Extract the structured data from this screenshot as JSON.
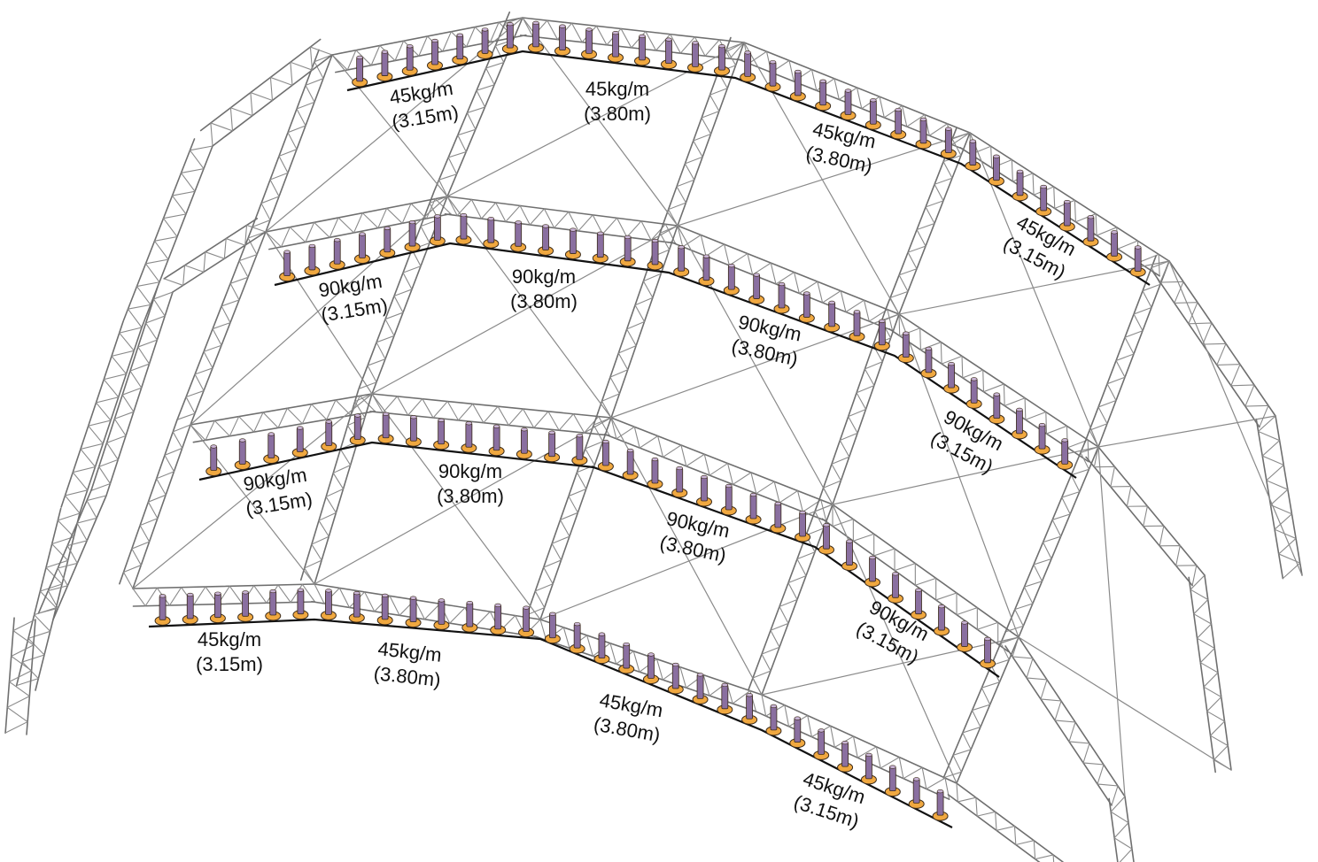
{
  "colors": {
    "background": "#ffffff",
    "truss": "#8a8a8a",
    "truss_dark": "#6f6f6f",
    "load_beam": "#111111",
    "hoist_body": "#8a6fa0",
    "hoist_base": "#f0a840",
    "hoist_outline": "#3a2a1a",
    "label": "#111111"
  },
  "loads": [
    {
      "id": "r1a",
      "weight": "45kg/m",
      "span": "(3.15m)"
    },
    {
      "id": "r1b",
      "weight": "45kg/m",
      "span": "(3.80m)"
    },
    {
      "id": "r1c",
      "weight": "45kg/m",
      "span": "(3.80m)"
    },
    {
      "id": "r1d",
      "weight": "45kg/m",
      "span": "(3.15m)"
    },
    {
      "id": "r2a",
      "weight": "90kg/m",
      "span": "(3.15m)"
    },
    {
      "id": "r2b",
      "weight": "90kg/m",
      "span": "(3.80m)"
    },
    {
      "id": "r2c",
      "weight": "90kg/m",
      "span": "(3.80m)"
    },
    {
      "id": "r2d",
      "weight": "90kg/m",
      "span": "(3.15m)"
    },
    {
      "id": "r3a",
      "weight": "90kg/m",
      "span": "(3.15m)"
    },
    {
      "id": "r3b",
      "weight": "90kg/m",
      "span": "(3.80m)"
    },
    {
      "id": "r3c",
      "weight": "90kg/m",
      "span": "(3.80m)"
    },
    {
      "id": "r3d",
      "weight": "90kg/m",
      "span": "(3.15m)"
    },
    {
      "id": "r4a",
      "weight": "45kg/m",
      "span": "(3.15m)"
    },
    {
      "id": "r4b",
      "weight": "45kg/m",
      "span": "(3.80m)"
    },
    {
      "id": "r4c",
      "weight": "45kg/m",
      "span": "(3.80m)"
    },
    {
      "id": "r4d",
      "weight": "45kg/m",
      "span": "(3.15m)"
    }
  ]
}
